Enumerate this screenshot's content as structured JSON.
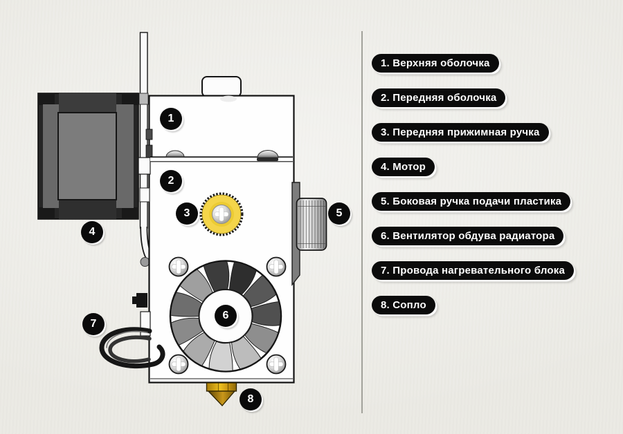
{
  "colors": {
    "background": "#ebeae4",
    "pill_background": "#0b0b0b",
    "pill_text": "#ffffff",
    "clamp_knob_yellow": "#f4d54a",
    "nozzle_gold": "#c9971a",
    "divider_gray": "#a2a29b"
  },
  "callouts": [
    {
      "number": "1"
    },
    {
      "number": "2"
    },
    {
      "number": "3"
    },
    {
      "number": "4"
    },
    {
      "number": "5"
    },
    {
      "number": "6"
    },
    {
      "number": "7"
    },
    {
      "number": "8"
    }
  ],
  "legend": {
    "items": [
      {
        "label": "1. Верхняя оболочка"
      },
      {
        "label": "2. Передняя оболочка"
      },
      {
        "label": "3. Передняя прижимная ручка"
      },
      {
        "label": "4. Мотор"
      },
      {
        "label": "5. Боковая ручка подачи пластика"
      },
      {
        "label": "6. Вентилятор обдува радиатора"
      },
      {
        "label": "7. Провода нагревательного блока"
      },
      {
        "label": "8. Сопло"
      }
    ]
  },
  "illustration": {
    "parts": [
      "mounting-rod",
      "stepper-motor",
      "top-shell-tab",
      "extruder-body",
      "shell-seam",
      "front-clamp-knob",
      "side-feed-knob",
      "cooling-fan",
      "heater-wires",
      "brass-nozzle"
    ]
  }
}
